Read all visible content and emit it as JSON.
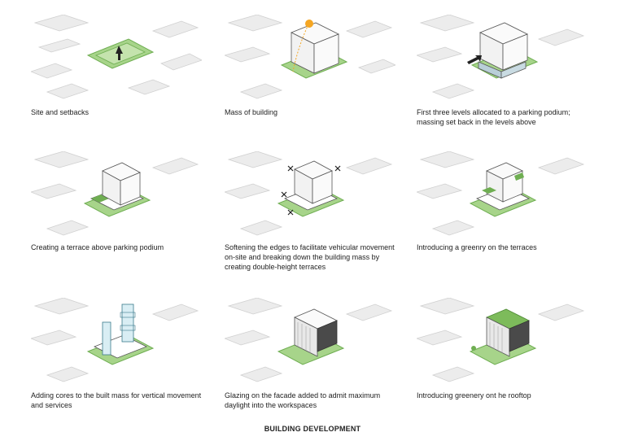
{
  "title": "BUILDING DEVELOPMENT",
  "colors": {
    "green": "#a7d48a",
    "green_dark": "#6fae52",
    "context": "#e6e6e6",
    "line": "#555555",
    "sun": "#f5a623"
  },
  "steps": [
    {
      "caption": "Site and setbacks"
    },
    {
      "caption": "Mass of building"
    },
    {
      "caption": "First three levels allocated to a parking podium; massing set back in the levels above"
    },
    {
      "caption": "Creating a terrace above parking podium"
    },
    {
      "caption": "Softening the edges to facilitate vehicular movement on-site and breaking down the building mass by creating double-height terraces"
    },
    {
      "caption": "Introducing a greenry on the terraces"
    },
    {
      "caption": "Adding cores to the built mass for vertical movement and services"
    },
    {
      "caption": "Glazing on the facade added to admit maximum daylight into the workspaces"
    },
    {
      "caption": "Introducing greenery ont he rooftop"
    }
  ]
}
